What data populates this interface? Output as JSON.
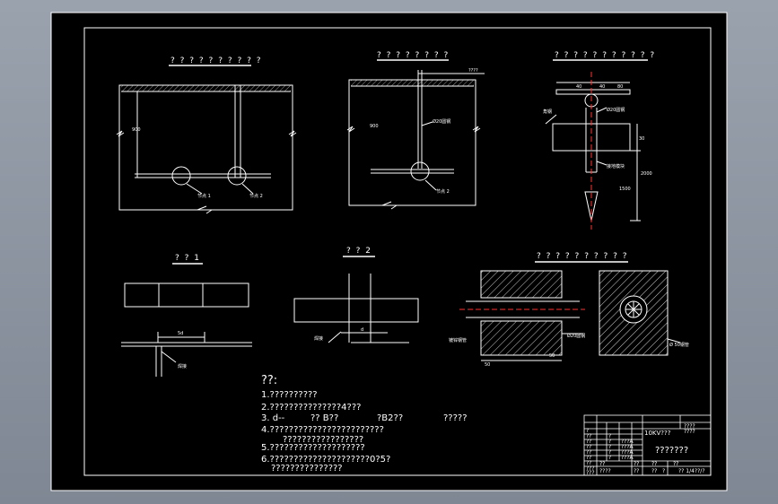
{
  "colors": {
    "background": "#000000",
    "lines": "#ffffff",
    "hatch": "#ffffff",
    "centerline": "#ff3030",
    "window": "#8e96a3"
  },
  "titles": {
    "view1": "? ? ? ? ? ? ? ? ? ?",
    "view2": "? ? ? ? ? ? ? ?",
    "view3": "? ? ? ? ? ? ? ? ? ? ?",
    "detail1": "? ? 1",
    "detail2": "? ? 2",
    "detail4": "? ? ? ? ? ? ? ? ? ?"
  },
  "labels": {
    "v1_dim": "900",
    "v1_node1": "节点 1",
    "v1_node2": "节点 2",
    "v2_top": "????",
    "v2_rod": "Ø20圆钢",
    "v2_dim": "900",
    "v2_node2": "节点 2",
    "v3_d1": "40",
    "v3_d2": "40",
    "v3_d3": "80",
    "v3_left": "角钢",
    "v3_tag1": "Ø20圆钢",
    "v3_tag2": "接地模块",
    "v3_dim1": "30",
    "v3_dim2": "2000",
    "v3_dim3": "1500",
    "d1_dim": "5d",
    "d1_weld": "焊接",
    "d2_weld": "焊接",
    "d2_dim": "d",
    "d4_pipe": "镀锌钢管",
    "d4_rod": "Ø20圆钢",
    "d4_dim1": "50",
    "d4_dim2": "50",
    "d4_callout": "Ø 50钢管"
  },
  "notes": {
    "heading": "??:",
    "n1": "1.??????????",
    "n2": "2.???????????????4???",
    "n3a": "3. d--",
    "n3b": "?? B??",
    "n3c": "?B2??",
    "n3d": "?????",
    "n4a": "4.????????????????????????",
    "n4b": "?????????????????",
    "n5": "5.????????????????????",
    "n6a": "6.?????????????????????0?5?",
    "n6b": "???????????????"
  },
  "title_block": {
    "project": "10KV???",
    "drawing_name": "???????",
    "meta1": "????",
    "meta2": "????",
    "row_labels": [
      "?",
      "??",
      "??",
      "??",
      "??",
      "??",
      "??",
      "???",
      "???"
    ],
    "col_a": [
      "?",
      "?",
      "?",
      "?",
      "?"
    ],
    "col_b": [
      "???A",
      "???A",
      "???A",
      "???A"
    ],
    "footer": [
      "??",
      "??",
      "??",
      "??",
      "??",
      "?",
      "??",
      "????"
    ],
    "footer_no": "?? 1/4??/?"
  }
}
